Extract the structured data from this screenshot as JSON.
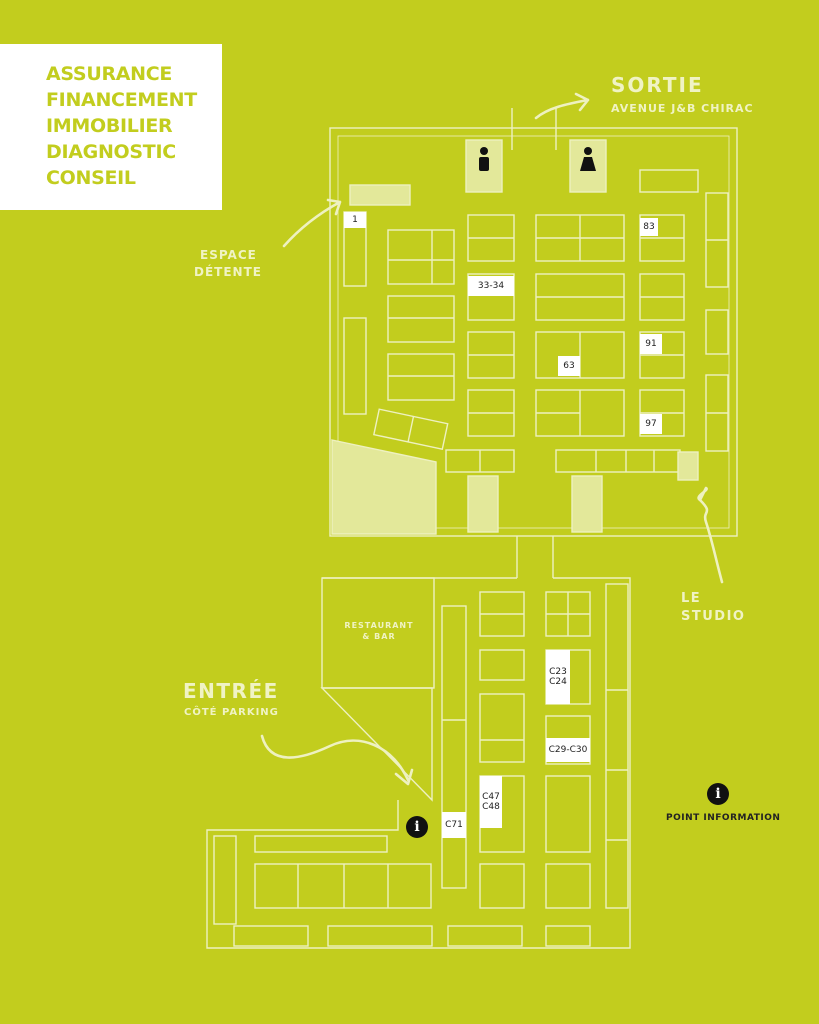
{
  "legend": {
    "items": [
      "ASSURANCE",
      "FINANCEMENT",
      "IMMOBILIER",
      "DIAGNOSTIC",
      "CONSEIL"
    ]
  },
  "labels": {
    "sortie_title": "SORTIE",
    "sortie_sub": "AVENUE J&B CHIRAC",
    "espace_line1": "ESPACE",
    "espace_line2": "DÉTENTE",
    "studio_line1": "LE",
    "studio_line2": "STUDIO",
    "entree_title": "ENTRÉE",
    "entree_sub": "CÔTÉ PARKING",
    "restaurant_line1": "RESTAURANT",
    "restaurant_line2": "& BAR",
    "info_point": "POINT INFORMATION"
  },
  "booths": {
    "b1": "1",
    "b83": "83",
    "b3334": "33-34",
    "b91": "91",
    "b63": "63",
    "b97": "97",
    "c23": "C23",
    "c24": "C24",
    "c2930": "C29-C30",
    "c47": "C47",
    "c48": "C48",
    "c71": "C71"
  },
  "icons": {
    "men": "man-restroom-icon",
    "women": "woman-restroom-icon",
    "info": "info-icon"
  },
  "colors": {
    "background": "#c2cd1e",
    "lines": "#eef1c0",
    "fill": "#e3e89a",
    "accent_text": "#c2cd1e"
  }
}
